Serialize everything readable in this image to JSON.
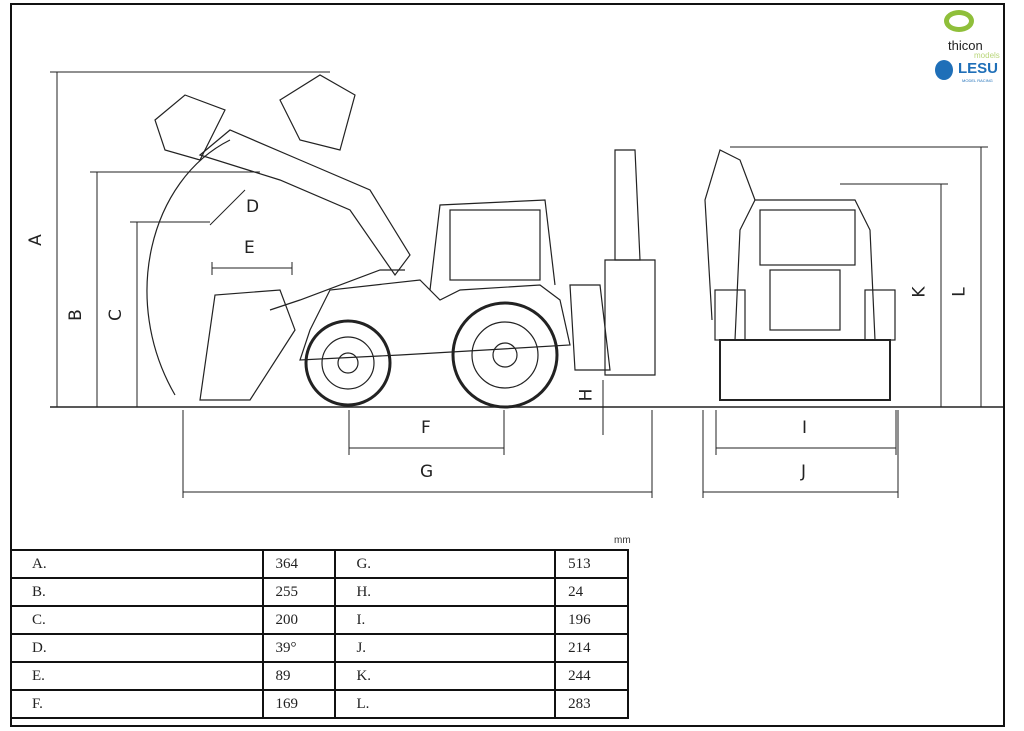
{
  "dimension_labels": [
    "A",
    "B",
    "C",
    "D",
    "E",
    "F",
    "G",
    "H",
    "I",
    "J",
    "K",
    "L"
  ],
  "unit": "mm",
  "table": {
    "rows": [
      {
        "l1": "A.",
        "v1": "364",
        "l2": "G.",
        "v2": "513"
      },
      {
        "l1": "B.",
        "v1": "255",
        "l2": "H.",
        "v2": "24"
      },
      {
        "l1": "C.",
        "v1": "200",
        "l2": "I.",
        "v2": "196"
      },
      {
        "l1": "D.",
        "v1": "39°",
        "l2": "J.",
        "v2": "214"
      },
      {
        "l1": "E.",
        "v1": "89",
        "l2": "K.",
        "v2": "244"
      },
      {
        "l1": "F.",
        "v1": "169",
        "l2": "L.",
        "v2": "283"
      }
    ]
  },
  "logos": {
    "thicon": "thicon",
    "thicon_sub": "models",
    "lesu": "LESU",
    "lesu_sub": "MODEL RACING"
  },
  "colors": {
    "thicon_green": "#8fbf3a",
    "lesu_blue": "#1f6fb8"
  }
}
